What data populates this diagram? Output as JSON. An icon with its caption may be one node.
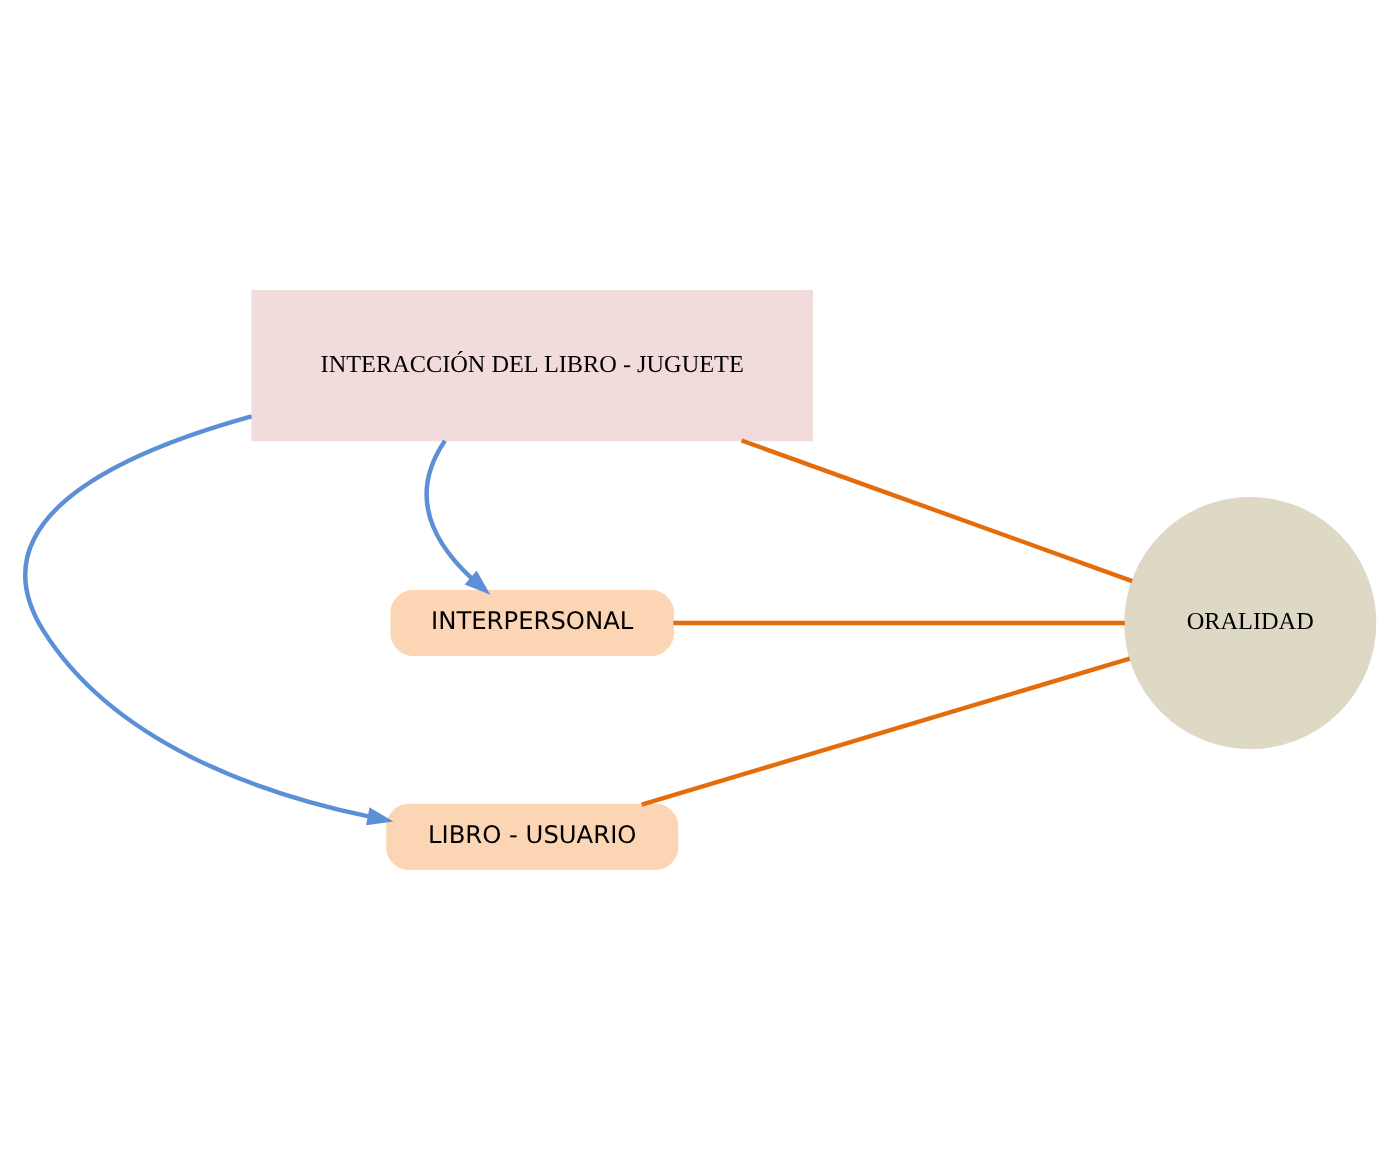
{
  "diagram": {
    "nodes": [
      {
        "text": [
          "LIBRO - USUARIO"
        ]
      },
      {
        "text": [
          "INTERACCIÓN DEL LIBRO - JUGUETE"
        ]
      },
      {
        "text": [
          "INTERPERSONAL"
        ]
      },
      {
        "text": [
          "ORALIDAD"
        ]
      }
    ],
    "edges": [
      {
        "from": 1,
        "to": 0,
        "arrow": "to",
        "color": "#5b8fd6"
      },
      {
        "from": 1,
        "to": 2,
        "arrow": "to",
        "color": "#5b8fd6"
      },
      {
        "from": 0,
        "to": 3,
        "arrow": "none"
      },
      {
        "from": 1,
        "to": 3,
        "arrow": "none"
      },
      {
        "from": 2,
        "to": 3,
        "arrow": "none"
      }
    ]
  }
}
